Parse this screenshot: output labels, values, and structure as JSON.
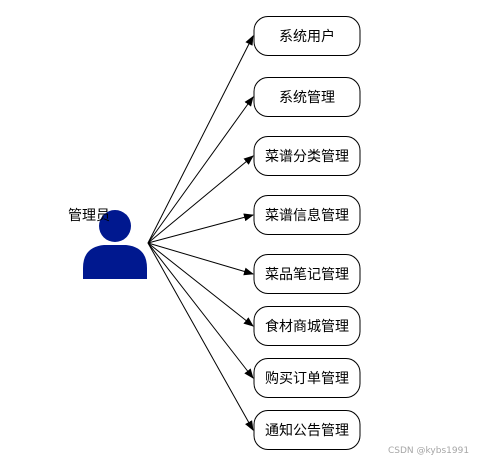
{
  "actor": {
    "label": "管理员",
    "icon": "user-icon",
    "color": "#00188f"
  },
  "use_cases": [
    {
      "label": "系统用户"
    },
    {
      "label": "系统管理"
    },
    {
      "label": "菜谱分类管理"
    },
    {
      "label": "菜谱信息管理"
    },
    {
      "label": "菜品笔记管理"
    },
    {
      "label": "食材商城管理"
    },
    {
      "label": "购买订单管理"
    },
    {
      "label": "通知公告管理"
    }
  ],
  "watermark": "CSDN @kybs1991",
  "colors": {
    "line": "#000000",
    "node_border": "#000000",
    "node_fill": "#ffffff"
  }
}
